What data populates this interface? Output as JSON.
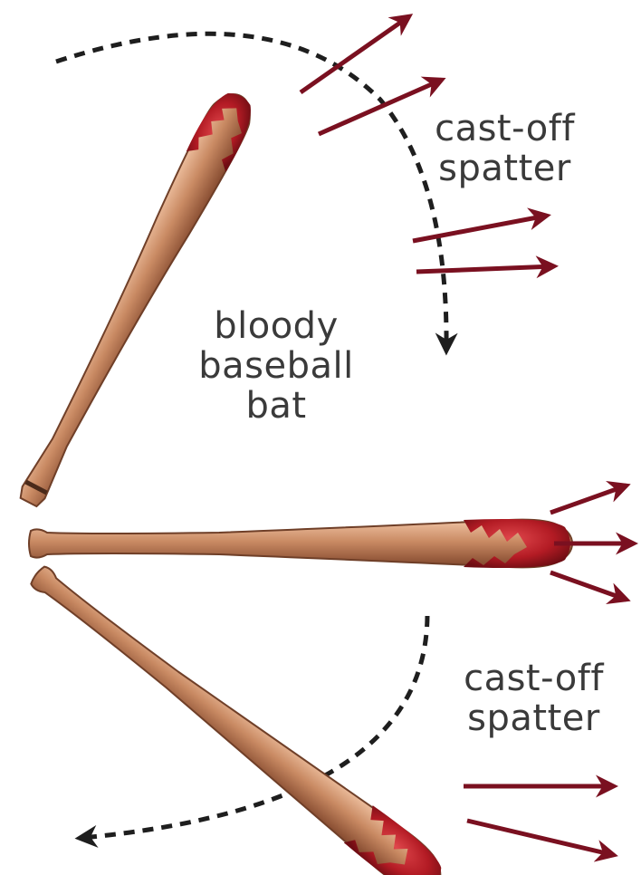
{
  "labels": {
    "cast_off_top": {
      "line1": "cast-off",
      "line2": "spatter"
    },
    "bat": {
      "line1": "bloody",
      "line2": "baseball",
      "line3": "bat"
    },
    "cast_off_bottom": {
      "line1": "cast-off",
      "line2": "spatter"
    }
  },
  "colors": {
    "bat_wood": "#c98a63",
    "bat_wood_dark": "#8a4f33",
    "blood": "#b31b24",
    "arrow": "#7a1020",
    "dashed_path": "#1e1e1e",
    "text": "#3a3a3a"
  }
}
